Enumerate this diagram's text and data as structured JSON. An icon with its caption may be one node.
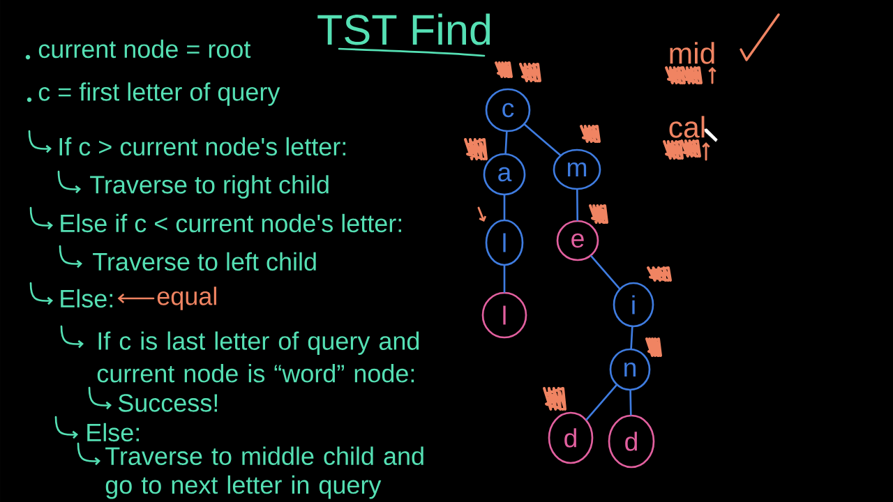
{
  "diagram": {
    "title": "TST Find",
    "nodes": [
      {
        "text": [
          "Else:"
        ]
      },
      {
        "text": [
          "equal"
        ]
      },
      {
        "text": [
          "c"
        ]
      },
      {
        "text": [
          "a"
        ]
      },
      {
        "text": [
          "m"
        ]
      },
      {
        "text": [
          "l"
        ]
      },
      {
        "text": [
          "e"
        ]
      },
      {
        "text": [
          "l"
        ]
      },
      {
        "text": [
          "i"
        ]
      },
      {
        "text": [
          "n"
        ]
      },
      {
        "text": [
          "d"
        ]
      },
      {
        "text": [
          "d"
        ]
      }
    ],
    "edges": [
      {
        "from": 1,
        "to": 0,
        "arrow": "to",
        "color": "#f08462"
      },
      {
        "from": 2,
        "to": 3,
        "arrow": "none"
      },
      {
        "from": 2,
        "to": 4,
        "arrow": "none"
      },
      {
        "from": 3,
        "to": 5,
        "arrow": "none"
      },
      {
        "from": 5,
        "to": 7,
        "arrow": "none"
      },
      {
        "from": 4,
        "to": 6,
        "arrow": "none"
      },
      {
        "from": 6,
        "to": 8,
        "arrow": "none"
      },
      {
        "from": 8,
        "to": 9,
        "arrow": "none"
      },
      {
        "from": 9,
        "to": 10,
        "arrow": "none"
      },
      {
        "from": 9,
        "to": 11,
        "arrow": "none"
      }
    ],
    "labels": [
      "current node = root",
      "c = first letter of query",
      "If c > current node's letter:",
      "Traverse to right child",
      "Else if c < current node's letter:",
      "Traverse to left child",
      "If c is last letter of query and current node is “word” node:",
      "Success!",
      "Else:",
      "Traverse to middle child and go to next letter in query",
      "mid",
      "cal"
    ]
  }
}
